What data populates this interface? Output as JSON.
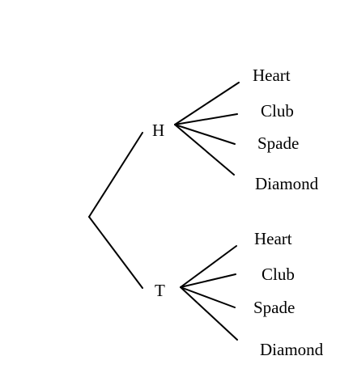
{
  "tree": {
    "colors": {
      "line": "#000000",
      "text": "#000000",
      "background": "#ffffff"
    },
    "first_stage": [
      {
        "label": "H",
        "outcomes": [
          "Heart",
          "Club",
          "Spade",
          "Diamond"
        ]
      },
      {
        "label": "T",
        "outcomes": [
          "Heart",
          "Club",
          "Spade",
          "Diamond"
        ]
      }
    ]
  }
}
